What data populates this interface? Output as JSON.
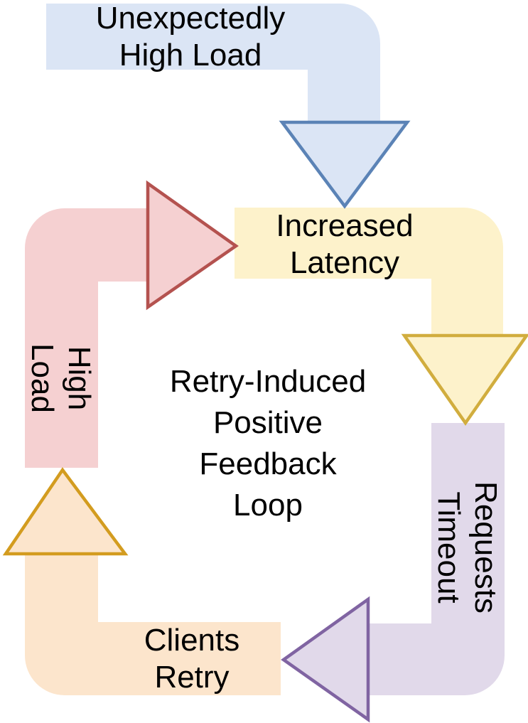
{
  "diagram": {
    "title": "Retry-Induced\nPositive\nFeedback\nLoop",
    "background": "#ffffff",
    "text_color": "#000000",
    "steps": [
      {
        "id": "unexpectedly-high-load",
        "label": "Unexpectedly\nHigh Load",
        "band_fill": "#dbe5f5",
        "arrow_fill": "#dbe5f5",
        "arrow_stroke": "#5b83b6"
      },
      {
        "id": "increased-latency",
        "label": "Increased\nLatency",
        "band_fill": "#fdf2cb",
        "arrow_fill": "#fdf2cb",
        "arrow_stroke": "#d1ad3e"
      },
      {
        "id": "requests-timeout",
        "label": "Requests\nTimeout",
        "band_fill": "#e1d9ea",
        "arrow_fill": "#e1d9ea",
        "arrow_stroke": "#8064a2"
      },
      {
        "id": "clients-retry",
        "label": "Clients\nRetry",
        "band_fill": "#fce5cc",
        "arrow_fill": "#fce5cc",
        "arrow_stroke": "#d39c1f"
      },
      {
        "id": "high-load",
        "label": "High\nLoad",
        "band_fill": "#f5d0d1",
        "arrow_fill": "#f5d0d1",
        "arrow_stroke": "#b4524f"
      }
    ]
  }
}
